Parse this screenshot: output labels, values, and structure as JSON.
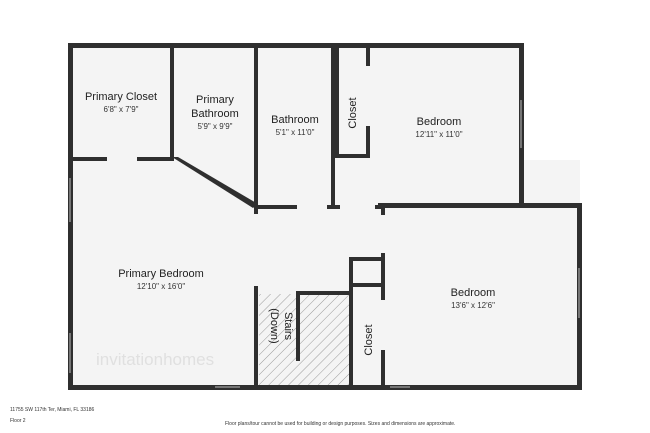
{
  "rooms": {
    "primary_closet": {
      "name": "Primary Closet",
      "dims": "6'8\" x 7'9\""
    },
    "primary_bathroom": {
      "name_line1": "Primary",
      "name_line2": "Bathroom",
      "dims": "5'9\" x 9'9\""
    },
    "bathroom": {
      "name": "Bathroom",
      "dims": "5'1\" x 11'0\""
    },
    "closet_top": {
      "name": "Closet"
    },
    "bedroom_top": {
      "name": "Bedroom",
      "dims": "12'11\" x 11'0\""
    },
    "primary_bedroom": {
      "name": "Primary Bedroom",
      "dims": "12'10\" x 16'0\""
    },
    "bedroom_right": {
      "name": "Bedroom",
      "dims": "13'6\" x 12'6\""
    },
    "stairs": {
      "name_line1": "Stairs",
      "name_line2": "(Down)"
    },
    "closet_bottom": {
      "name": "Closet"
    }
  },
  "watermark": {
    "text": "invitationhomes"
  },
  "footer": {
    "address_line": "11755 SW 117th Ter, Miami, FL 33186",
    "floor_label": "Floor 2",
    "disclaimer": "Floor plans/tour cannot be used for building or design purposes. Sizes and dimensions are approximate."
  },
  "colors": {
    "wall": "#2f2f2f",
    "floor": "#f4f4f4",
    "background": "#ffffff"
  }
}
